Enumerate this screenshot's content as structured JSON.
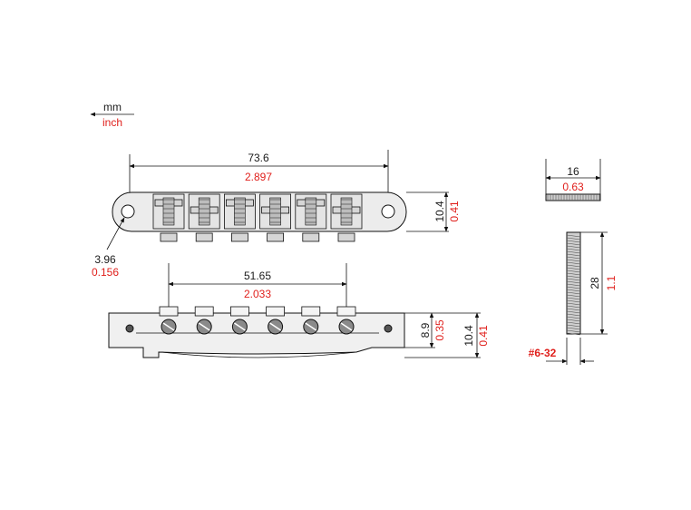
{
  "units": {
    "primary": "mm",
    "secondary": "inch"
  },
  "colors": {
    "primary_text": "#1a1a1a",
    "secondary_text": "#e0201c",
    "metal_fill": "#d6d6d6",
    "metal_dark": "#8a8a8a"
  },
  "top_view": {
    "length": {
      "mm": "73.6",
      "inch": "2.897"
    },
    "height": {
      "mm": "10.4",
      "inch": "0.41"
    },
    "hole": {
      "mm": "3.96",
      "inch": "0.156"
    },
    "saddle_count": 6
  },
  "front_view": {
    "string_spacing": {
      "mm": "51.65",
      "inch": "2.033"
    },
    "post_height": {
      "mm": "8.9",
      "inch": "0.35"
    },
    "total_height": {
      "mm": "10.4",
      "inch": "0.41"
    },
    "screw_count": 6
  },
  "thumbwheel": {
    "diameter": {
      "mm": "16",
      "inch": "0.63"
    }
  },
  "stud": {
    "length": {
      "mm": "28",
      "inch": "1.1"
    },
    "thread": "#6-32"
  }
}
